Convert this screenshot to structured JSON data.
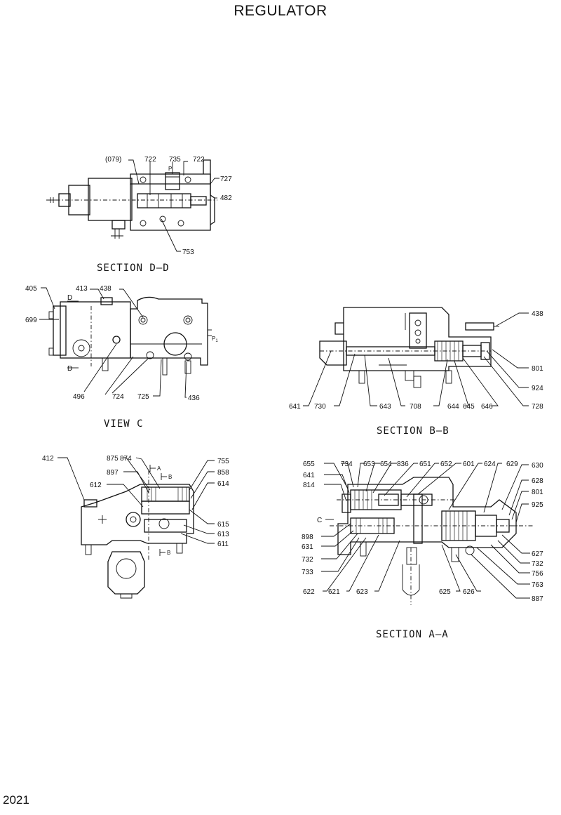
{
  "page": {
    "title": "REGULATOR",
    "page_number": "2021"
  },
  "captions": {
    "section_dd": "SECTION D—D",
    "view_c": "VIEW C",
    "section_bb": "SECTION B—B",
    "section_aa": "SECTION A—A"
  },
  "callouts": {
    "dd": {
      "c079": "(079)",
      "c722a": "722",
      "c735": "735",
      "c722b": "722",
      "c727": "727",
      "c482": "482",
      "c753": "753",
      "p": "P"
    },
    "vc": {
      "c405": "405",
      "c413": "413",
      "c438": "438",
      "c699": "699",
      "d_top": "D",
      "d_bot": "D",
      "p1": "P",
      "p1_sub": "1",
      "c496": "496",
      "c724": "724",
      "c725": "725",
      "c436": "436"
    },
    "bb": {
      "c438": "438",
      "c801": "801",
      "c924": "924",
      "c728": "728",
      "c641": "641",
      "c730": "730",
      "c643": "643",
      "c708": "708",
      "c644": "644",
      "c645": "645",
      "c646": "646"
    },
    "left": {
      "c412": "412",
      "c875": "875",
      "c874": "874",
      "c897": "897",
      "c612": "612",
      "c755": "755",
      "c858": "858",
      "c614": "614",
      "c615": "615",
      "c613": "613",
      "c611": "611",
      "a_mark": "A",
      "b_mark": "B",
      "b_mark2": "B"
    },
    "aa": {
      "c655": "655",
      "c734": "734",
      "c653": "653",
      "c654": "654",
      "c836": "836",
      "c651": "651",
      "c652": "652",
      "c601": "601",
      "c624": "624",
      "c629": "629",
      "c630": "630",
      "c641": "641",
      "c814": "814",
      "c628": "628",
      "c801": "801",
      "c925": "925",
      "c_mark": "C",
      "c898": "898",
      "c631": "631",
      "c732a": "732",
      "c733": "733",
      "c622": "622",
      "c621": "621",
      "c623": "623",
      "c625": "625",
      "c626": "626",
      "c627": "627",
      "c732b": "732",
      "c756": "756",
      "c763": "763",
      "c887": "887"
    }
  }
}
